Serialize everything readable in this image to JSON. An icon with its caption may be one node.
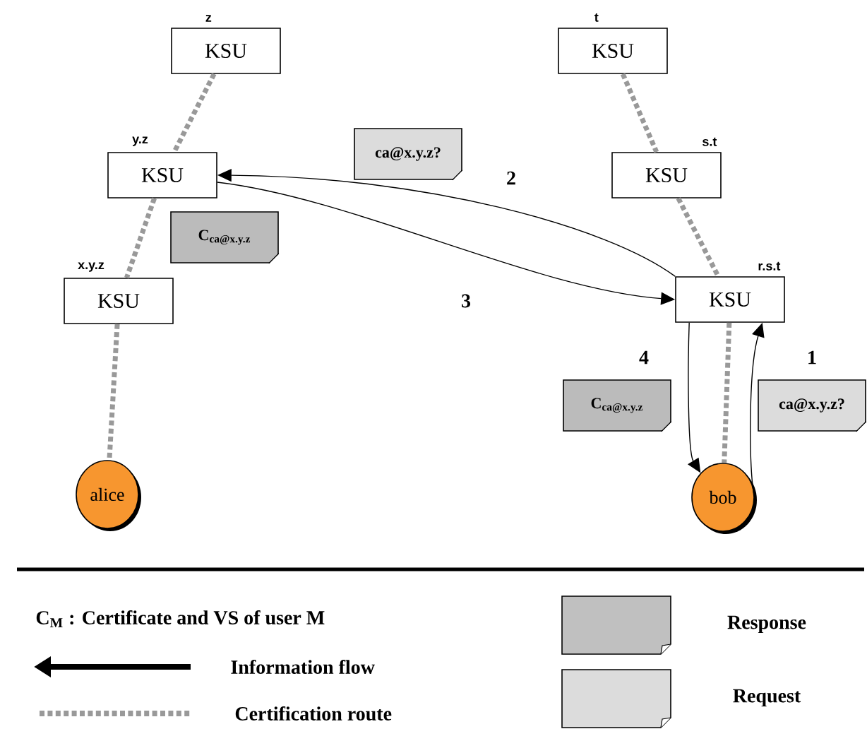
{
  "diagram": {
    "nodes": [
      {
        "text": [
          "KSU"
        ],
        "beside": [
          "z"
        ]
      },
      {
        "text": [
          "KSU"
        ],
        "beside": [
          "t"
        ]
      },
      {
        "text": [
          "KSU"
        ],
        "beside": [
          "y.z"
        ]
      },
      {
        "text": [
          "KSU"
        ],
        "beside": [
          "s.t"
        ]
      },
      {
        "text": [
          "KSU"
        ],
        "beside": [
          "x.y.z"
        ]
      },
      {
        "text": [
          "KSU"
        ],
        "beside": [
          "r.s.t"
        ]
      },
      {
        "text": [
          "alice"
        ]
      },
      {
        "text": [
          "bob"
        ]
      },
      {
        "text": [
          "ca@x.y.z?"
        ]
      },
      {
        "text": [
          "C$_{ca@x.y.z}$"
        ]
      },
      {
        "text": [
          "C$_{ca@x.y.z}$"
        ]
      },
      {
        "text": [
          "ca@x.y.z?"
        ]
      }
    ],
    "edges": [
      {
        "from": 0,
        "to": 2,
        "arrow": "none",
        "style": "dashed"
      },
      {
        "from": 2,
        "to": 4,
        "arrow": "none",
        "style": "dashed"
      },
      {
        "from": 4,
        "to": 6,
        "arrow": "none",
        "style": "dashed"
      },
      {
        "from": 1,
        "to": 3,
        "arrow": "none",
        "style": "dashed"
      },
      {
        "from": 3,
        "to": 5,
        "arrow": "none",
        "style": "dashed"
      },
      {
        "from": 5,
        "to": 7,
        "arrow": "none",
        "style": "dashed"
      },
      {
        "from": 7,
        "to": 5,
        "arrow": "to",
        "label": "1",
        "color": "#000000"
      },
      {
        "from": 5,
        "to": 2,
        "arrow": "to",
        "label": "2",
        "color": "#000000"
      },
      {
        "from": 2,
        "to": 5,
        "arrow": "to",
        "label": "3",
        "color": "#000000"
      },
      {
        "from": 5,
        "to": 7,
        "arrow": "to",
        "label": "4",
        "color": "#000000"
      }
    ],
    "labels": [
      "C$_{M}$ : Certificate and VS of user M"
    ],
    "legend": [
      {
        "text": "Information flow"
      },
      {
        "text": "Certification route"
      },
      {
        "text": "Response",
        "color": "#c0c0c0"
      },
      {
        "text": "Request",
        "color": "#dcdcdc"
      }
    ]
  }
}
